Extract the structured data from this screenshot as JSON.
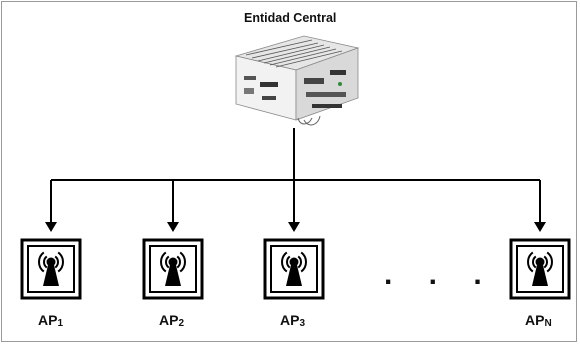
{
  "diagram": {
    "title": "Entidad Central",
    "central_device": "central-controller-device",
    "access_points": [
      {
        "prefix": "AP",
        "subscript": "1",
        "icon": "wireless-antenna-icon"
      },
      {
        "prefix": "AP",
        "subscript": "2",
        "icon": "wireless-antenna-icon"
      },
      {
        "prefix": "AP",
        "subscript": "3",
        "icon": "wireless-antenna-icon"
      },
      {
        "prefix": "AP",
        "subscript": "N",
        "icon": "wireless-antenna-icon"
      }
    ],
    "ellipsis": ". . ."
  }
}
